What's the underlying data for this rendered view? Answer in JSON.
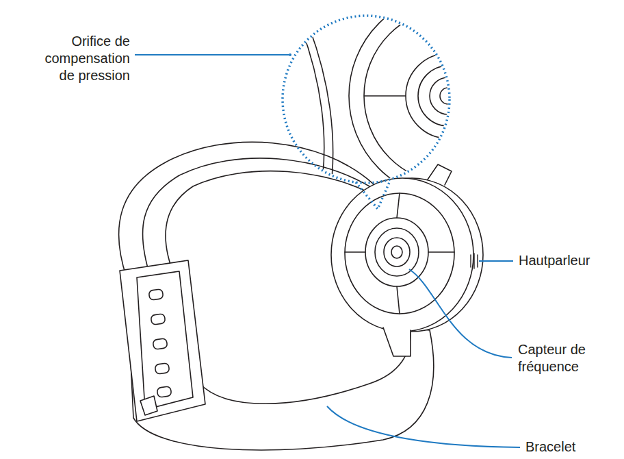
{
  "diagram": {
    "labels": [
      "Orifice de compensation de pression",
      "Hautparleur",
      "Capteur de fréquence",
      "Bracelet"
    ]
  }
}
